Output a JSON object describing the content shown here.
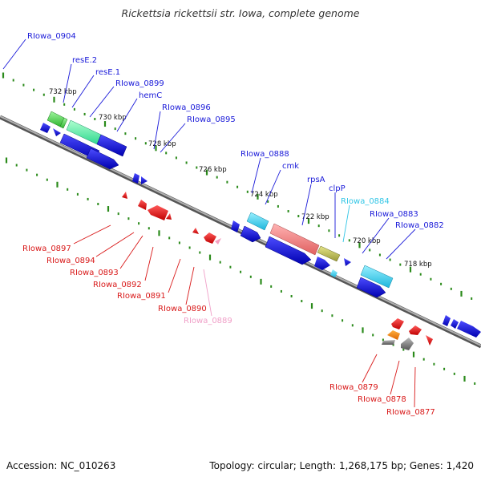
{
  "title": "Rickettsia rickettsii str. Iowa, complete genome",
  "accession_text": "Accession: NC_010263",
  "topology_text": "Topology: circular; Length: 1,268,175 bp; Genes: 1,420",
  "colors": {
    "forward_label": "#1a1ad9",
    "reverse_label": "#d91a1a",
    "pink_label": "#f0a0c8",
    "cyan_label": "#33c6e6",
    "tick": "#2a8a1a",
    "backbone": "#888888",
    "gene_blue": "#1010e0",
    "gene_red": "#ee1111"
  },
  "kbp_labels": [
    "732 kbp",
    "730 kbp",
    "728 kbp",
    "726 kbp",
    "724 kbp",
    "722 kbp",
    "720 kbp",
    "718 kbp"
  ],
  "forward_genes": [
    {
      "label": "RIowa_0904",
      "color": "forward"
    },
    {
      "label": "resE.2",
      "color": "forward"
    },
    {
      "label": "resE.1",
      "color": "forward"
    },
    {
      "label": "RIowa_0899",
      "color": "forward"
    },
    {
      "label": "hemC",
      "color": "forward"
    },
    {
      "label": "RIowa_0896",
      "color": "forward"
    },
    {
      "label": "RIowa_0895",
      "color": "forward"
    },
    {
      "label": "RIowa_0888",
      "color": "forward"
    },
    {
      "label": "cmk",
      "color": "forward"
    },
    {
      "label": "rpsA",
      "color": "forward"
    },
    {
      "label": "clpP",
      "color": "forward"
    },
    {
      "label": "RIowa_0884",
      "color": "cyan"
    },
    {
      "label": "RIowa_0883",
      "color": "forward"
    },
    {
      "label": "RIowa_0882",
      "color": "forward"
    }
  ],
  "reverse_genes": [
    {
      "label": "RIowa_0897",
      "color": "reverse"
    },
    {
      "label": "RIowa_0894",
      "color": "reverse"
    },
    {
      "label": "RIowa_0893",
      "color": "reverse"
    },
    {
      "label": "RIowa_0892",
      "color": "reverse"
    },
    {
      "label": "RIowa_0891",
      "color": "reverse"
    },
    {
      "label": "RIowa_0890",
      "color": "reverse"
    },
    {
      "label": "RIowa_0889",
      "color": "pink"
    },
    {
      "label": "RIowa_0879",
      "color": "reverse"
    },
    {
      "label": "RIowa_0878",
      "color": "reverse"
    },
    {
      "label": "RIowa_0877",
      "color": "reverse"
    }
  ]
}
